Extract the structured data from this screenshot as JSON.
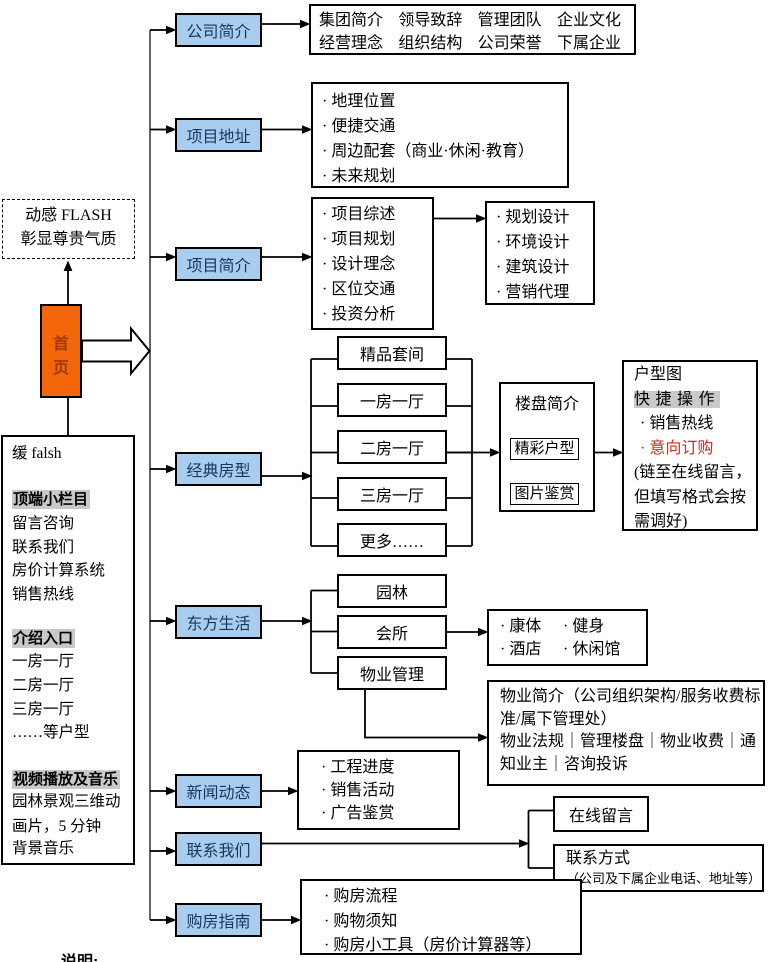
{
  "colors": {
    "node_fill": "#a9cdef",
    "node_text": "#17375e",
    "home_fill": "#f4660a",
    "home_text": "#9c3a00",
    "highlight_gray": "#c9c9c9",
    "accent_red": "#cf2b20"
  },
  "flash_note": {
    "line1": "动感 FLASH",
    "line2": "彰显尊贵气质"
  },
  "home": {
    "char1": "首",
    "char2": "页"
  },
  "sidebar": {
    "intro": "缓 falsh",
    "sections": [
      {
        "heading": "顶端小栏目",
        "items": [
          "留言咨询",
          "联系我们",
          "房价计算系统",
          "销售热线"
        ]
      },
      {
        "heading": "介绍入口",
        "items": [
          "一房一厅",
          "二房一厅",
          "三房一厅",
          "……等户型"
        ]
      },
      {
        "heading": "视频播放及音乐",
        "items": [
          "园林景观三维动",
          "画片，5 分钟",
          "背景音乐"
        ]
      }
    ]
  },
  "nav": [
    {
      "label": "公司简介"
    },
    {
      "label": "项目地址"
    },
    {
      "label": "项目简介"
    },
    {
      "label": "经典房型"
    },
    {
      "label": "东方生活"
    },
    {
      "label": "新闻动态"
    },
    {
      "label": "联系我们"
    },
    {
      "label": "购房指南"
    }
  ],
  "company_box": {
    "row1": [
      "集团简介",
      "领导致辞",
      "管理团队",
      "企业文化"
    ],
    "row2": [
      "经营理念",
      "组织结构",
      "公司荣誉",
      "下属企业"
    ]
  },
  "address_box": {
    "items": [
      "地理位置",
      "便捷交通",
      "周边配套（商业·休闲·教育）",
      "未来规划"
    ]
  },
  "intro_box": {
    "items": [
      "项目综述",
      "项目规划",
      "设计理念",
      "区位交通",
      "投资分析"
    ]
  },
  "design_box": {
    "items": [
      "规划设计",
      "环境设计",
      "建筑设计",
      "营销代理"
    ]
  },
  "room_boxes": [
    "精品套间",
    "一房一厅",
    "二房一厅",
    "三房一厅",
    "更多……"
  ],
  "building_box": {
    "title": "楼盘简介",
    "buttons": [
      "精彩户型",
      "图片鉴赏"
    ]
  },
  "floorplan_box": {
    "title": "户型图",
    "highlight": "快捷操作",
    "bullet1": "销售热线",
    "bullet2": "意向订购",
    "note_lines": [
      "(链至在线留言，",
      "但填写格式会按",
      "需调好)"
    ]
  },
  "life_boxes": [
    "园林",
    "会所",
    "物业管理"
  ],
  "club_box": {
    "r1c1": "康体",
    "r1c2": "健身",
    "r2c1": "酒店",
    "r2c2": "休闲馆"
  },
  "property_box": {
    "lines": [
      "物业简介（公司组织架构/服务收费标",
      "准/属下管理处）",
      "物业法规｜管理楼盘｜物业收费｜通",
      "知业主｜咨询投诉"
    ]
  },
  "news_box": {
    "items": [
      "工程进度",
      "销售活动",
      "广告鉴赏"
    ]
  },
  "message_box": {
    "label": "在线留言"
  },
  "contactinfo_box": {
    "line1": "联系方式",
    "line2": "（公司及下属企业电话、地址等）"
  },
  "guide_box": {
    "items": [
      "购房流程",
      "购物须知",
      "购房小工具（房价计算器等）"
    ]
  },
  "footer_note": "说明:"
}
